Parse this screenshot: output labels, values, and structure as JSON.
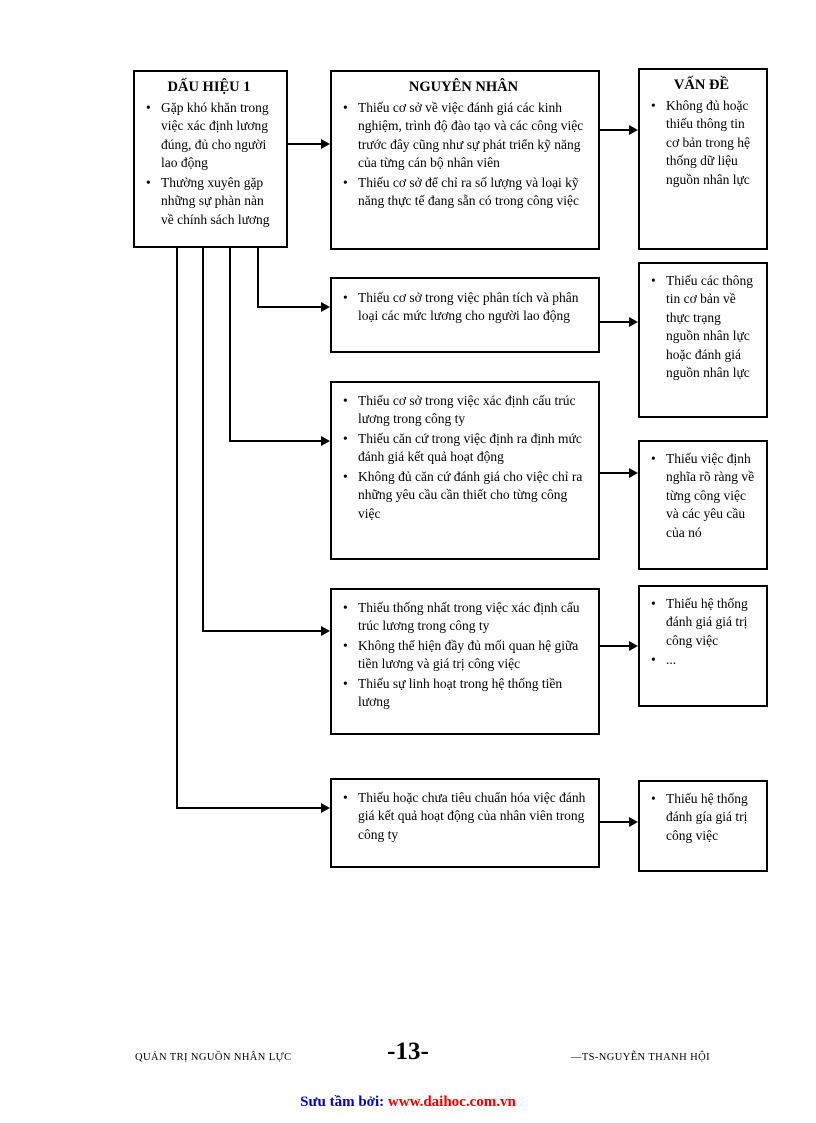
{
  "diagram": {
    "sign_box": {
      "title": "DẤU HIỆU 1",
      "items": [
        "Gặp khó khăn trong việc xác định lương đúng, đủ cho người lao động",
        "Thường xuyên gặp những sự phàn nàn về chính sách lương"
      ]
    },
    "causes": [
      {
        "title": "NGUYÊN NHÂN",
        "items": [
          "Thiếu cơ sở về việc đánh giá các kinh nghiệm, trình độ đào tạo và các công việc trước đây cũng như sự phát triển kỹ năng của từng cán bộ nhân viên",
          "Thiếu cơ sở để chỉ ra số lượng và loại kỹ năng thực tế đang sẵn có trong công việc"
        ]
      },
      {
        "items": [
          "Thiếu cơ sở trong việc phân tích và phân loại các mức lương cho người lao động"
        ]
      },
      {
        "items": [
          "Thiếu cơ sở trong việc xác định cấu trúc lương trong công ty",
          "Thiếu căn cứ trong việc định ra định mức đánh giá kết quả hoạt động",
          "Không đủ căn cứ đánh giá cho việc chỉ ra những yêu cầu cần thiết cho từng công việc"
        ]
      },
      {
        "items": [
          "Thiếu thống nhất trong việc xác định cấu trúc lương trong công ty",
          "Không thể hiện đầy đủ mối quan hệ giữa tiền lương và giá trị công việc",
          "Thiếu sự linh hoạt trong hệ thống tiền lương"
        ]
      },
      {
        "items": [
          "Thiếu hoặc chưa tiêu chuẩn hóa việc đánh giá kết quả hoạt động của nhân viên trong công ty"
        ]
      }
    ],
    "problems": [
      {
        "title": "VẤN ĐỀ",
        "items": [
          "Không đủ hoặc thiếu thông tin cơ bản trong hệ thống dữ liệu nguồn nhân lực"
        ]
      },
      {
        "items": [
          "Thiếu các thông tin cơ bản về thực trạng nguồn nhân lực hoặc đánh giá nguồn nhân lực"
        ]
      },
      {
        "items": [
          "Thiếu việc định nghĩa rõ ràng về từng công việc và các yêu cầu của nó"
        ]
      },
      {
        "items": [
          "Thiếu hệ thống đánh giá giá trị công việc",
          "..."
        ]
      },
      {
        "items": [
          "Thiếu hệ thống đánh gía giá trị công việc"
        ]
      }
    ]
  },
  "footer": {
    "left": "QUẢN TRỊ NGUỒN NHÂN LỰC",
    "page_number": "-13-",
    "right": "—TS-NGUYỄN THANH HỘI"
  },
  "credit": {
    "prefix": "Sưu tầm bởi:",
    "url": "www.daihoc.com.vn"
  },
  "colors": {
    "credit_prefix": "#0000cc",
    "credit_url": "#ee0000",
    "line": "#000000"
  }
}
